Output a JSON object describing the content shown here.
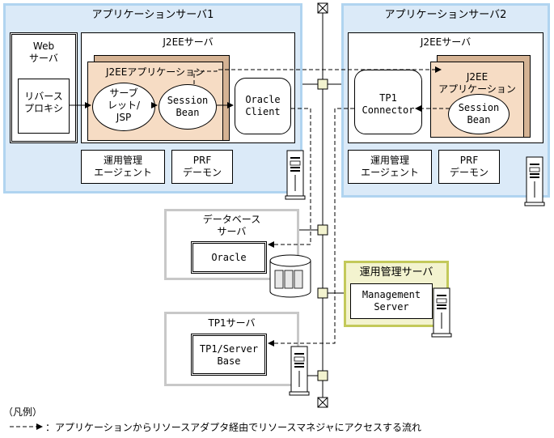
{
  "app_server_1": {
    "title": "アプリケーションサーバ1",
    "web_server": "Web\nサーバ",
    "reverse_proxy": "リバース\nプロキシ",
    "j2ee_server": "J2EEサーバ",
    "j2ee_app": "J2EEアプリケーション",
    "servlet_jsp": "サーブ\nレット/\nJSP",
    "session_bean": "Session\nBean",
    "oracle_client": "Oracle\nClient",
    "mgmt_agent": "運用管理\nエージェント",
    "prf_daemon": "PRF\nデーモン"
  },
  "app_server_2": {
    "title": "アプリケーションサーバ2",
    "j2ee_server": "J2EEサーバ",
    "j2ee_app": "J2EE\nアプリケーション",
    "tp1_connector": "TP1\nConnector",
    "session_bean": "Session\nBean",
    "mgmt_agent": "運用管理\nエージェント",
    "prf_daemon": "PRF\nデーモン"
  },
  "db_server": {
    "title": "データベース\nサーバ",
    "oracle": "Oracle"
  },
  "mgmt_server": {
    "title": "運用管理サーバ",
    "management_server": "Management\nServer"
  },
  "tp1_server": {
    "title": "TP1サーバ",
    "tp1_server_base": "TP1/Server\nBase"
  },
  "legend": {
    "heading": "（凡例）",
    "arrow_text": "：アプリケーションからリソースアダプタ経由でリソースマネジャにアクセスする流れ"
  }
}
